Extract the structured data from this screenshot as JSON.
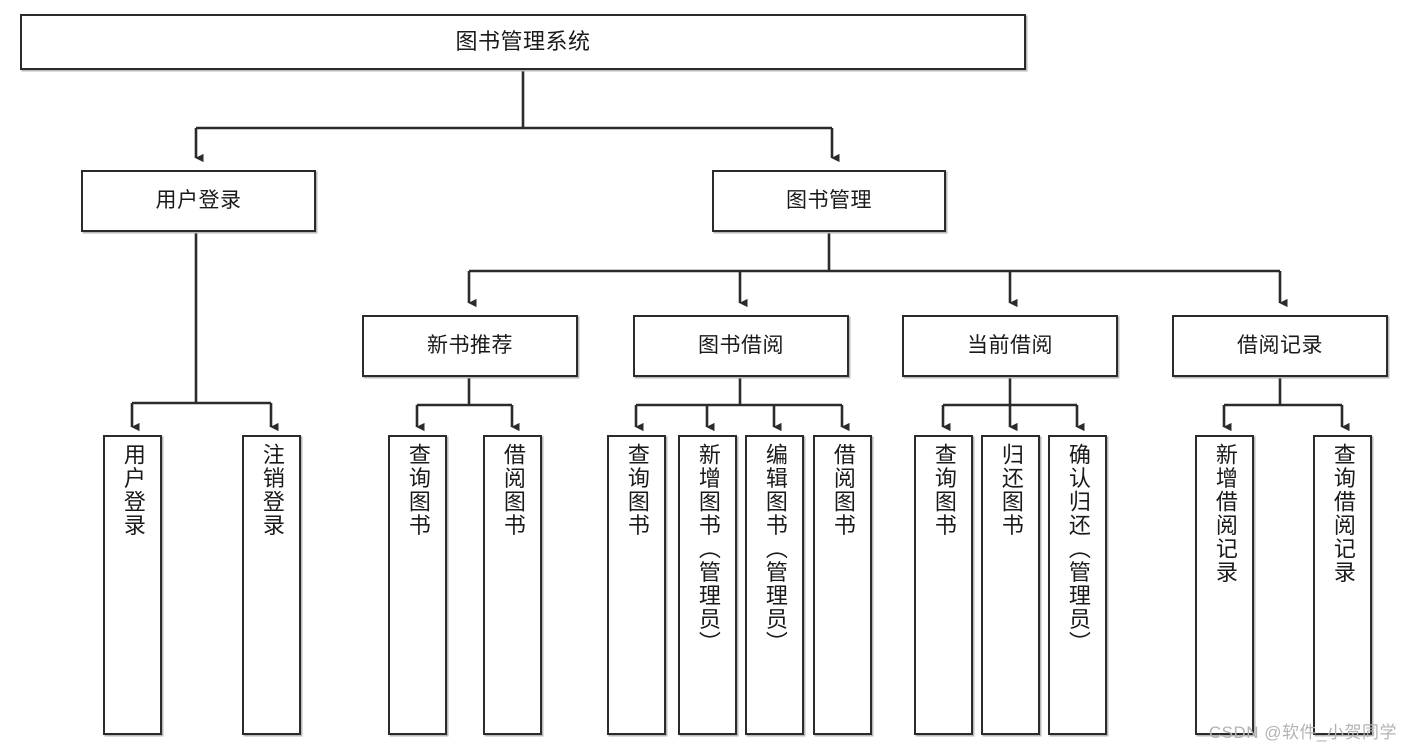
{
  "diagram": {
    "type": "tree",
    "title": "图书管理系统",
    "watermark": "CSDN @软件_小贺同学",
    "levels": {
      "root": {
        "label": "图书管理系统"
      },
      "level2": [
        {
          "id": "user-login",
          "label": "用户登录"
        },
        {
          "id": "book-management",
          "label": "图书管理"
        }
      ],
      "level3": [
        {
          "id": "new-book-recommend",
          "label": "新书推荐",
          "parent": "book-management"
        },
        {
          "id": "book-borrow",
          "label": "图书借阅",
          "parent": "book-management"
        },
        {
          "id": "current-borrow",
          "label": "当前借阅",
          "parent": "book-management"
        },
        {
          "id": "borrow-record",
          "label": "借阅记录",
          "parent": "book-management"
        }
      ],
      "leaves": [
        {
          "id": "leaf-user-login",
          "label": "用户登录",
          "parent": "user-login"
        },
        {
          "id": "leaf-logout-login",
          "label": "注销登录",
          "parent": "user-login"
        },
        {
          "id": "leaf-query-book-1",
          "label": "查询图书",
          "parent": "new-book-recommend"
        },
        {
          "id": "leaf-borrow-book-1",
          "label": "借阅图书",
          "parent": "new-book-recommend"
        },
        {
          "id": "leaf-query-book-2",
          "label": "查询图书",
          "parent": "book-borrow"
        },
        {
          "id": "leaf-add-book",
          "label": "新增图书（管理员）",
          "parent": "book-borrow"
        },
        {
          "id": "leaf-edit-book",
          "label": "编辑图书（管理员）",
          "parent": "book-borrow"
        },
        {
          "id": "leaf-borrow-book-2",
          "label": "借阅图书",
          "parent": "book-borrow"
        },
        {
          "id": "leaf-query-book-3",
          "label": "查询图书",
          "parent": "current-borrow"
        },
        {
          "id": "leaf-return-book",
          "label": "归还图书",
          "parent": "current-borrow"
        },
        {
          "id": "leaf-confirm-return",
          "label": "确认归还（管理员）",
          "parent": "current-borrow"
        },
        {
          "id": "leaf-add-record",
          "label": "新增借阅记录",
          "parent": "borrow-record"
        },
        {
          "id": "leaf-query-record",
          "label": "查询借阅记录",
          "parent": "borrow-record"
        }
      ]
    },
    "colors": {
      "stroke": "#2b2b2b",
      "fill": "#ffffff",
      "shadow": "#b9b9b9",
      "watermark": "#b3b3b3"
    }
  }
}
